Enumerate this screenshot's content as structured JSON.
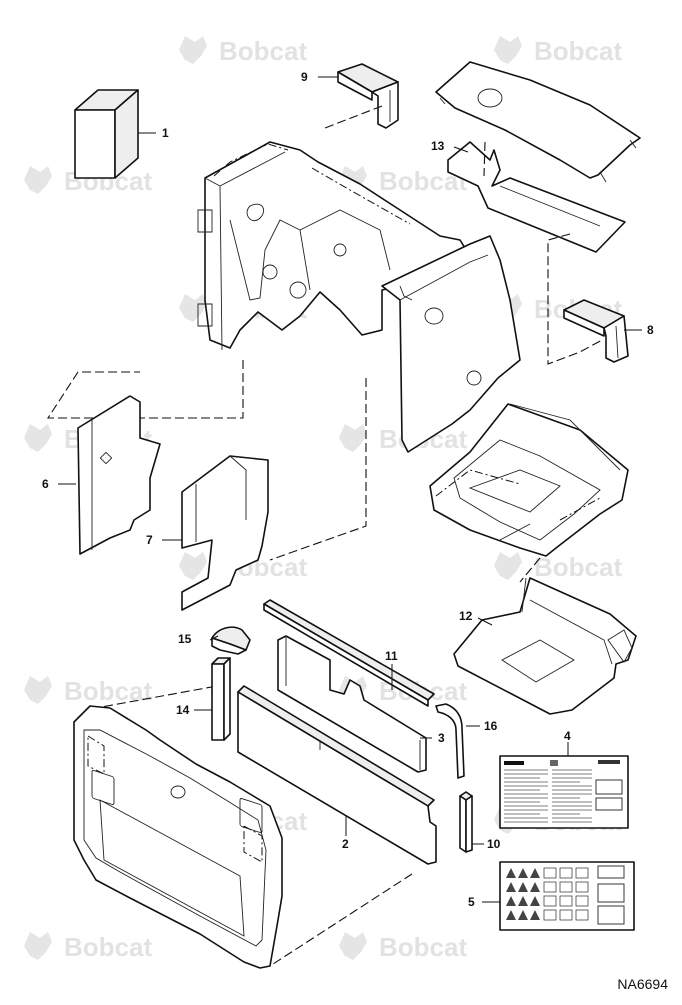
{
  "watermark": {
    "brand": "Bobcat"
  },
  "figure_id": "NA6694",
  "callouts": {
    "c1": "1",
    "c2": "2",
    "c3": "3",
    "c4": "4",
    "c5": "5",
    "c6": "6",
    "c7": "7",
    "c8": "8",
    "c9": "9",
    "c10": "10",
    "c11": "11",
    "c12": "12",
    "c13": "13",
    "c14": "14",
    "c15": "15",
    "c16": "16"
  }
}
